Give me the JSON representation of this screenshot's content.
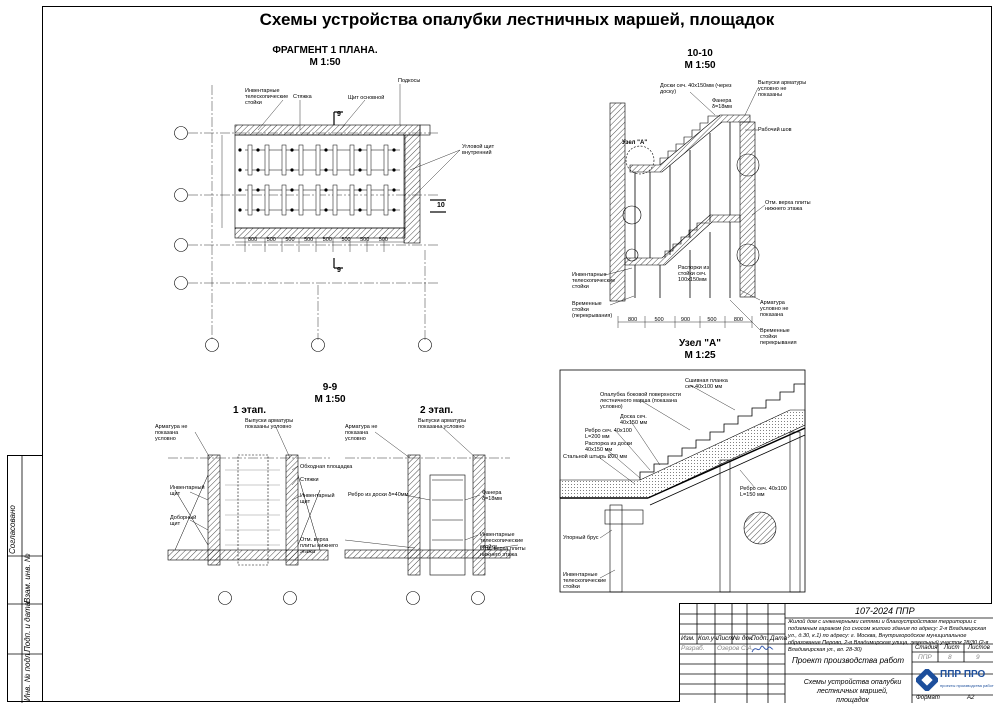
{
  "title": "Схемы устройства опалубки лестничных маршей, площадок",
  "fragment": {
    "title": "ФРАГМЕНТ 1 ПЛАНА.",
    "scale": "М 1:50",
    "labels": {
      "telescopic": "Инвентарные телескопические стойки",
      "stiazhka": "Стяжка",
      "shield_main": "Щит основной",
      "podkosy": "Подкосы",
      "corner_shield": "Угловой щит внутренний",
      "mark9": "9",
      "mark10": "10",
      "dim_row": [
        "800",
        "500",
        "500",
        "500",
        "500",
        "500",
        "500",
        "500"
      ]
    }
  },
  "section_10": {
    "title": "10-10",
    "scale": "М 1:50",
    "labels": {
      "board": "Доски сеч. 40х150мм (через доску)",
      "plywood": "Фанера δ=18мм",
      "rebar": "Выпуски арматуры условно не показаны",
      "working": "Рабочий шов",
      "node": "Узел \"А\"",
      "bottom_mark": "Отм. верха плиты нижнего этажа",
      "struts": "Распорки из стойки сеч. 100х150мм",
      "tele": "Инвентарные телескопические стойки",
      "temp1": "Временные стойки (перекрывания)",
      "rebar2": "Арматура условно не показана",
      "temp2": "Временные стойки перекрывания",
      "dims": [
        "800",
        "500",
        "900",
        "500",
        "800"
      ]
    }
  },
  "node_a": {
    "title": "Узел \"А\"",
    "scale": "М 1:25",
    "labels": {
      "side_form": "Опалубка боковой поверхности лестничного марша (показана условно)",
      "plank": "Сшивная планка сеч.40х100 мм",
      "board": "Доска сеч. 40х150 мм",
      "rib": "Ребро сеч. 40х100 L=200 мм",
      "strut": "Распорка из доски 40х150 мм",
      "steel": "Стальной штырь Ø20 мм",
      "rib2": "Ребро сеч. 40х100 L=150 мм",
      "stop": "Упорный брус",
      "tele": "Инвентарные телескопические стойки"
    }
  },
  "section_9": {
    "title": "9-9",
    "scale": "М 1:50",
    "stage1": "1 этап.",
    "stage2": "2 этап.",
    "labels": {
      "rebar_cond": "Арматура не показана условно",
      "rebar_out": "Выпуски арматуры показаны условно",
      "bypass": "Обходная площадка",
      "ties": "Стяжки",
      "inv_shield": "Инвентарный щит",
      "add_shield": "Доборный щит",
      "bottom_mark": "Отм. верха плиты нижнего этажа",
      "rib_board": "Ребро из доски δ=40мм",
      "plywood": "Фанера δ=18мм",
      "inv_tele": "Инвентарные телескопические стойки"
    }
  },
  "side_panel": {
    "labels": [
      "Согласовано",
      "Взам. инв. №",
      "Подп. и дата",
      "Инв. № подл."
    ]
  },
  "stamp": {
    "code": "107-2024 ППР",
    "object": "Жилой дом с инженерными сетями и благоустройством территории с подземным гаражом (со сносом жилого здания по адресу: 2-я Владимирская ул., д.30, к.1) по адресу: г. Москва, Внутригородское муниципальное образование Перово, 2-я Владимирская улица, земельный участок 28/30 (2-я Владимирская ул., вл. 28-30)",
    "cols": [
      "Изм.",
      "Кол.уч.",
      "Лист",
      "№ док.",
      "Подп.",
      "Дата"
    ],
    "role": "Разраб.",
    "person": "Озеров С.А.",
    "project": "Проект производства работ",
    "stage_h": "Стадия",
    "sheet_h": "Лист",
    "sheets_h": "Листов",
    "stage": "ППР",
    "sheet": "8",
    "sheets": "9",
    "sheet_title": "Схемы устройства опалубки лестничных маршей, площадок",
    "logo": "ППР ПРО",
    "logo_sub": "проекты производства работ",
    "format_label": "Формат",
    "format": "А2"
  }
}
